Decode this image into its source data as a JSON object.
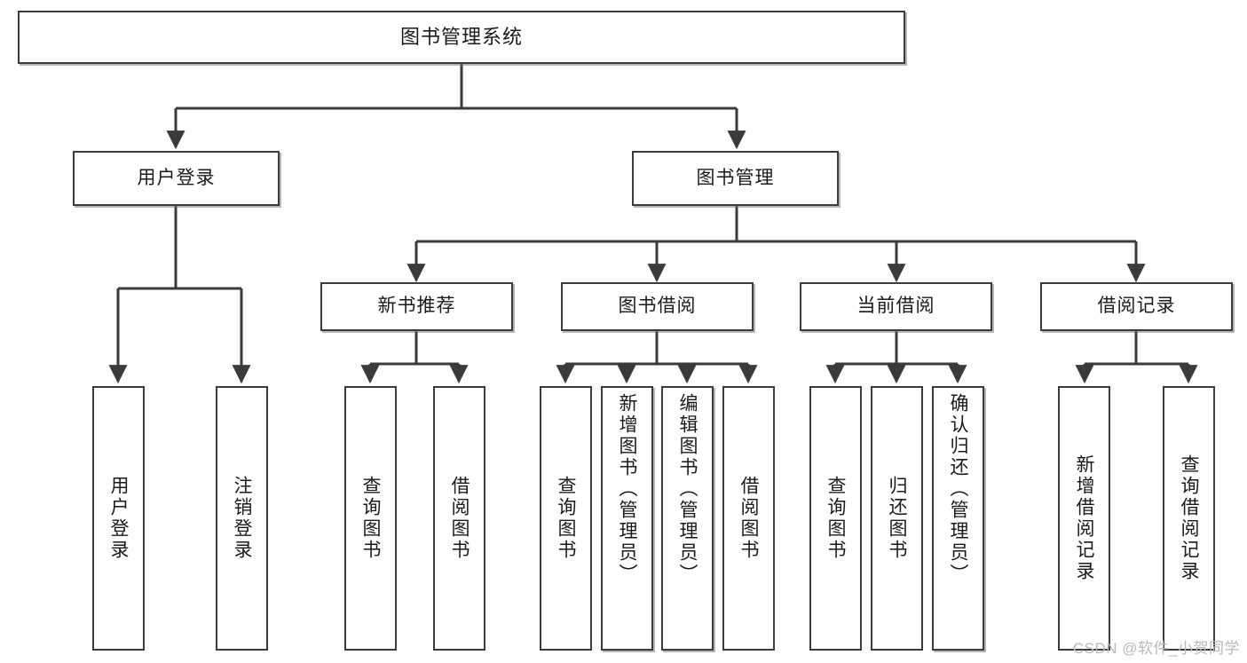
{
  "diagram": {
    "title": "图书管理系统",
    "watermark": "CSDN @软件_小贺同学",
    "colors": {
      "box_border": "#3b3b3b",
      "box_fill": "#ffffff",
      "connector": "#3b3b3b",
      "text": "#1a1a1a",
      "watermark": "#b9b9b9"
    },
    "levels": {
      "root": {
        "label": "图书管理系统"
      },
      "level2": [
        {
          "id": "user-login",
          "label": "用户登录"
        },
        {
          "id": "book-manage",
          "label": "图书管理"
        }
      ],
      "level3": [
        {
          "id": "new-book-recommend",
          "label": "新书推荐"
        },
        {
          "id": "book-borrow",
          "label": "图书借阅"
        },
        {
          "id": "current-borrow",
          "label": "当前借阅"
        },
        {
          "id": "borrow-record",
          "label": "借阅记录"
        }
      ],
      "leaves": {
        "user-login": [
          {
            "id": "leaf-user-login",
            "label": "用户登录"
          },
          {
            "id": "leaf-logout-login",
            "label": "注销登录"
          }
        ],
        "new-book-recommend": [
          {
            "id": "leaf-query-book-1",
            "label": "查询图书"
          },
          {
            "id": "leaf-borrow-book-1",
            "label": "借阅图书"
          }
        ],
        "book-borrow": [
          {
            "id": "leaf-query-book-2",
            "label": "查询图书"
          },
          {
            "id": "leaf-add-book",
            "label": "新增图书（管理员）"
          },
          {
            "id": "leaf-edit-book",
            "label": "编辑图书（管理员）"
          },
          {
            "id": "leaf-borrow-book-2",
            "label": "借阅图书"
          }
        ],
        "current-borrow": [
          {
            "id": "leaf-query-book-3",
            "label": "查询图书"
          },
          {
            "id": "leaf-return-book",
            "label": "归还图书"
          },
          {
            "id": "leaf-confirm-return",
            "label": "确认归还（管理员）"
          }
        ],
        "borrow-record": [
          {
            "id": "leaf-add-record",
            "label": "新增借阅记录"
          },
          {
            "id": "leaf-query-record",
            "label": "查询借阅记录"
          }
        ]
      }
    }
  }
}
